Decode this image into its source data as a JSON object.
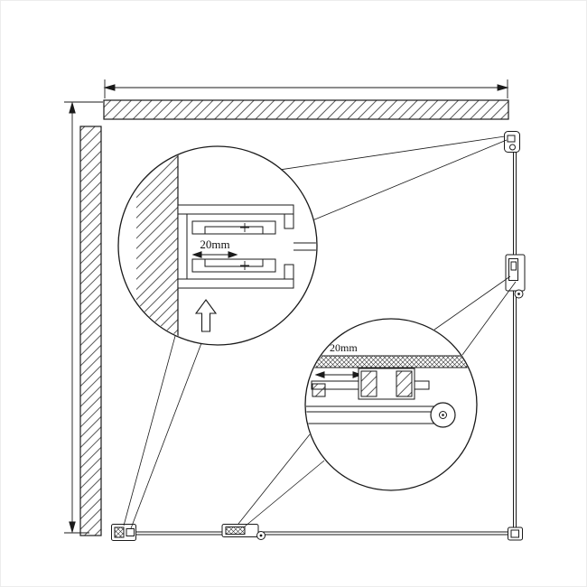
{
  "colors": {
    "ink": "#1a1a1a",
    "hatch": "#2e2e2e",
    "background": "#ffffff"
  },
  "diagram": {
    "kind": "shower-enclosure-installation-drawing",
    "detail_circles": {
      "top_left": {
        "dim_label": "20mm"
      },
      "bottom_right": {
        "dim_label": "20mm"
      }
    }
  }
}
